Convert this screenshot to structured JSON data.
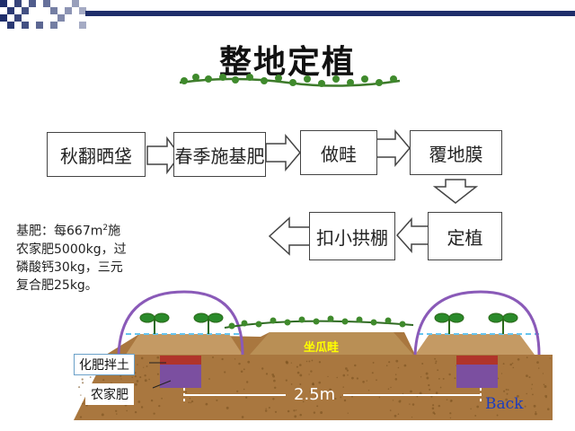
{
  "title": "整地定植",
  "flow": {
    "step1": "秋翻晒垡",
    "step2": "春季施基肥",
    "step3": "做畦",
    "step4": "覆地膜",
    "step5": "定植",
    "step6": "扣小拱棚"
  },
  "note": {
    "line1_pre": "基肥：每667m",
    "line1_sup": "2",
    "line1_post": "施",
    "line2": "农家肥5000kg，过",
    "line3": "磷酸钙30kg，三元",
    "line4": "复合肥25kg。"
  },
  "cross_section": {
    "ridge_label": "坐瓜畦",
    "fertilizer_mix_label": "化肥拌土",
    "manure_label": "农家肥",
    "spacing_label": "2.5m",
    "back_label": "Back"
  },
  "colors": {
    "soil": "#a9773f",
    "ridge_label": "#ffff00",
    "back": "#1a3cc0",
    "accent": "#cc1111"
  }
}
